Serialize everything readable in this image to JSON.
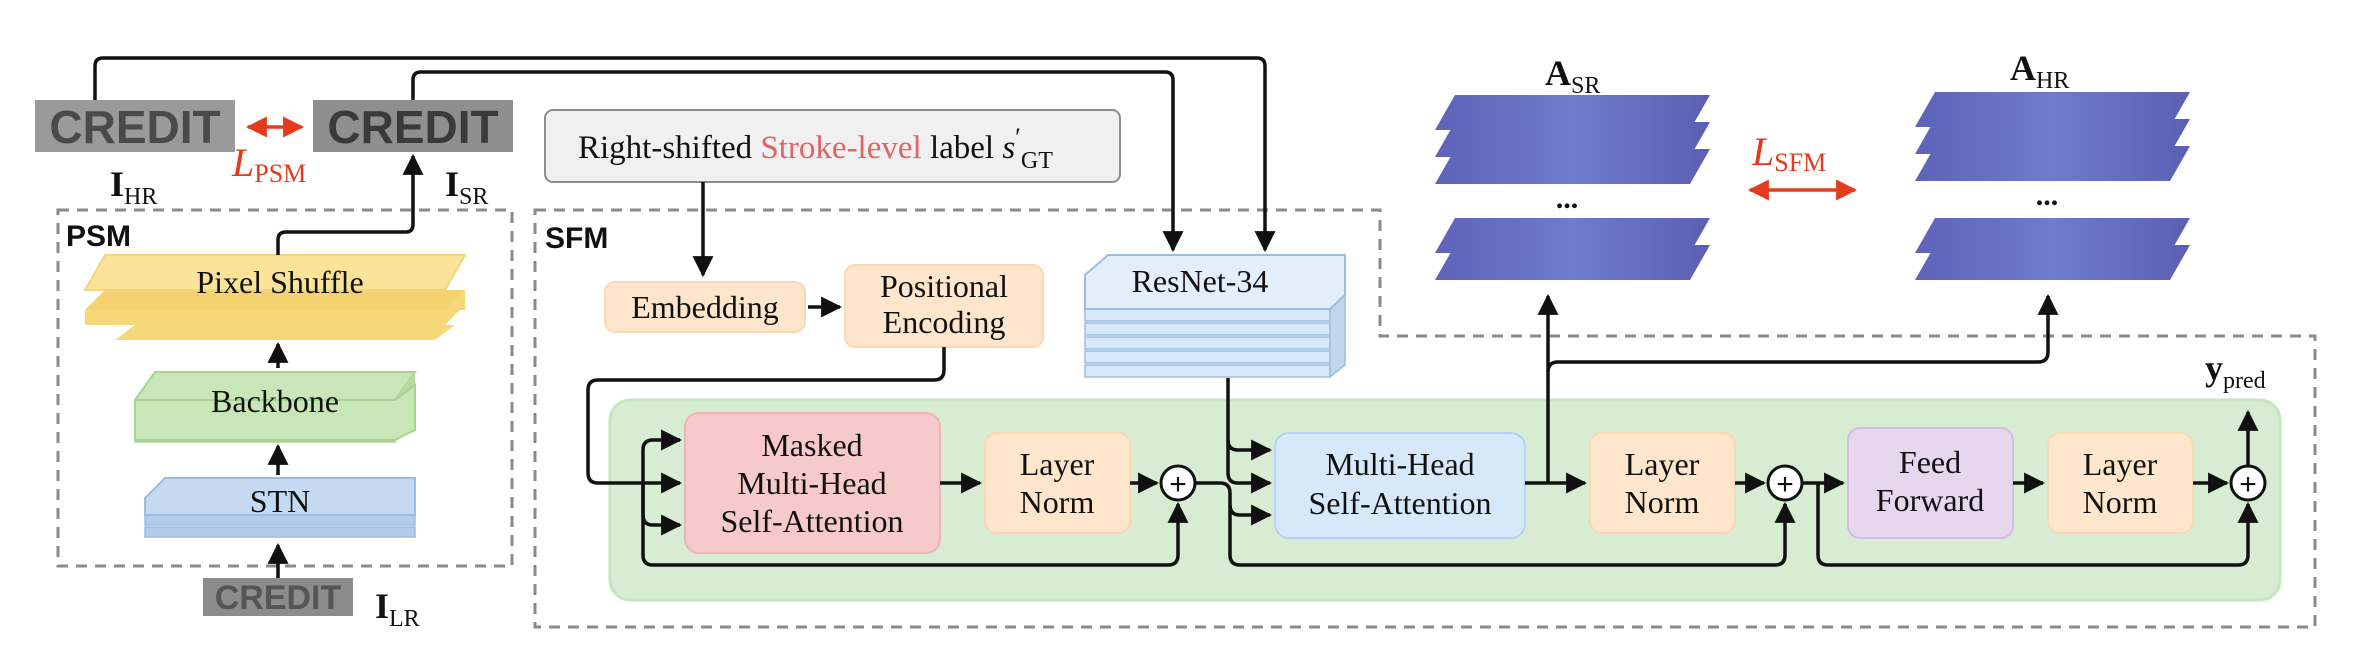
{
  "images": {
    "credit_text": "CREDIT",
    "hr_label": "I",
    "hr_sub": "HR",
    "sr_label": "I",
    "sr_sub": "SR",
    "lr_label": "I",
    "lr_sub": "LR"
  },
  "losses": {
    "psm_L": "L",
    "psm_sub": "PSM",
    "sfm_L": "L",
    "sfm_sub": "SFM"
  },
  "attention_maps": {
    "sr_label": "A",
    "sr_sub": "SR",
    "hr_label": "A",
    "hr_sub": "HR",
    "ellipsis": "..."
  },
  "psm": {
    "title": "PSM",
    "pixel_shuffle": "Pixel Shuffle",
    "backbone": "Backbone",
    "stn": "STN"
  },
  "sfm": {
    "title": "SFM",
    "label_box": {
      "prefix": "Right-shifted ",
      "highlight": "Stroke-level",
      "suffix": " label ",
      "symbol": "s",
      "symbol_prime": "′",
      "symbol_sub": "GT"
    },
    "embedding": "Embedding",
    "positional_encoding": [
      "Positional",
      "Encoding"
    ],
    "resnet": "ResNet-34",
    "masked_mhsa": [
      "Masked",
      "Multi-Head",
      "Self-Attention"
    ],
    "layer_norm": [
      "Layer",
      "Norm"
    ],
    "mhsa": [
      "Multi-Head",
      "Self-Attention"
    ],
    "feed_forward": [
      "Feed",
      "Forward"
    ],
    "plus_symbol": "+",
    "output_label": "y",
    "output_sub": "pred"
  },
  "colors": {
    "loss_red": "#e23b1e",
    "stroke_pink": "#e06464",
    "pixel_shuffle_yellow": "#fbe39a",
    "backbone_green": "#c8e6b8",
    "stn_blue": "#c5daf0",
    "embedding_orange": "#fde6cc",
    "masked_red": "#f6caca",
    "mhsa_blue": "#d6e8fa",
    "feed_purple": "#e6d6ee",
    "decoder_green": "#d7ecd3"
  }
}
